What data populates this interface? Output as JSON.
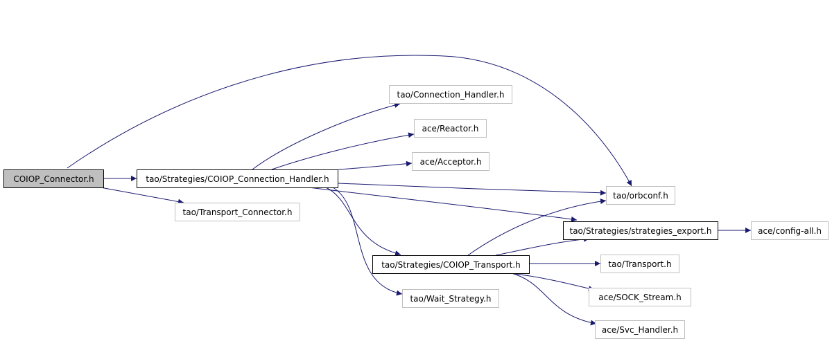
{
  "graph": {
    "edge_color": "#191970",
    "root_fill": "#bfbfbf",
    "external_border": "#bfbfbf",
    "nodes": [
      {
        "id": "coiop_connector",
        "label": "COIOP_Connector.h"
      },
      {
        "id": "coiop_connection_handler",
        "label": "tao/Strategies/COIOP_Connection_Handler.h"
      },
      {
        "id": "transport_connector",
        "label": "tao/Transport_Connector.h"
      },
      {
        "id": "connection_handler",
        "label": "tao/Connection_Handler.h"
      },
      {
        "id": "reactor",
        "label": "ace/Reactor.h"
      },
      {
        "id": "acceptor",
        "label": "ace/Acceptor.h"
      },
      {
        "id": "orbconf",
        "label": "tao/orbconf.h"
      },
      {
        "id": "strategies_export",
        "label": "tao/Strategies/strategies_export.h"
      },
      {
        "id": "config_all",
        "label": "ace/config-all.h"
      },
      {
        "id": "coiop_transport",
        "label": "tao/Strategies/COIOP_Transport.h"
      },
      {
        "id": "transport",
        "label": "tao/Transport.h"
      },
      {
        "id": "sock_stream",
        "label": "ace/SOCK_Stream.h"
      },
      {
        "id": "wait_strategy",
        "label": "tao/Wait_Strategy.h"
      },
      {
        "id": "svc_handler",
        "label": "ace/Svc_Handler.h"
      }
    ],
    "edges": [
      {
        "from": "coiop_connector",
        "to": "orbconf"
      },
      {
        "from": "coiop_connector",
        "to": "coiop_connection_handler"
      },
      {
        "from": "coiop_connector",
        "to": "transport_connector"
      },
      {
        "from": "coiop_connection_handler",
        "to": "connection_handler"
      },
      {
        "from": "coiop_connection_handler",
        "to": "reactor"
      },
      {
        "from": "coiop_connection_handler",
        "to": "acceptor"
      },
      {
        "from": "coiop_connection_handler",
        "to": "orbconf"
      },
      {
        "from": "coiop_connection_handler",
        "to": "strategies_export"
      },
      {
        "from": "coiop_connection_handler",
        "to": "coiop_transport"
      },
      {
        "from": "coiop_connection_handler",
        "to": "wait_strategy"
      },
      {
        "from": "strategies_export",
        "to": "config_all"
      },
      {
        "from": "coiop_transport",
        "to": "orbconf"
      },
      {
        "from": "coiop_transport",
        "to": "strategies_export"
      },
      {
        "from": "coiop_transport",
        "to": "transport"
      },
      {
        "from": "coiop_transport",
        "to": "sock_stream"
      },
      {
        "from": "coiop_transport",
        "to": "svc_handler"
      }
    ]
  }
}
